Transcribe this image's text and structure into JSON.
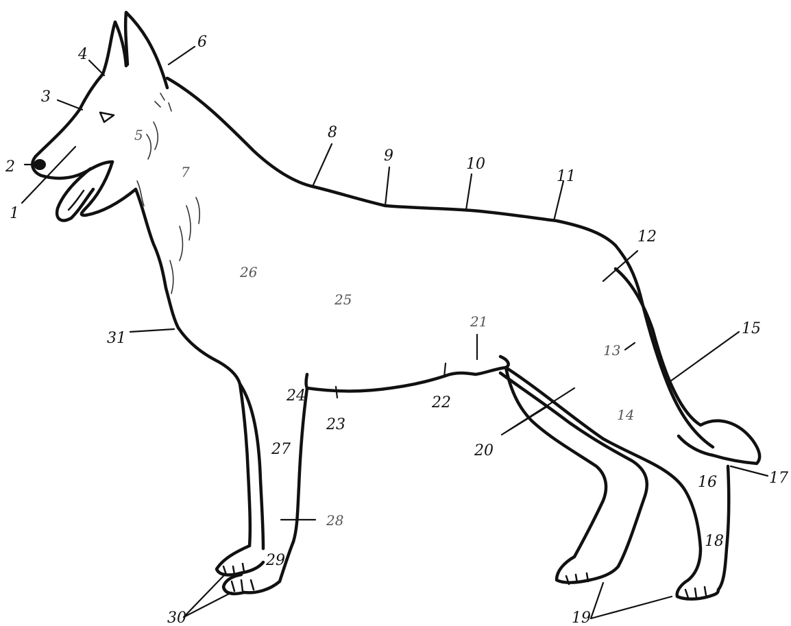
{
  "diagram": {
    "colors": {
      "line": "#111111",
      "background": "#ffffff"
    },
    "labels": {
      "l1": "1",
      "l2": "2",
      "l3": "3",
      "l4": "4",
      "l5": "5",
      "l6": "6",
      "l7": "7",
      "l8": "8",
      "l9": "9",
      "l10": "10",
      "l11": "11",
      "l12": "12",
      "l13": "13",
      "l14": "14",
      "l15": "15",
      "l16": "16",
      "l17": "17",
      "l18": "18",
      "l19": "19",
      "l20": "20",
      "l21": "21",
      "l22": "22",
      "l23": "23",
      "l24": "24",
      "l25": "25",
      "l26": "26",
      "l27": "27",
      "l28": "28",
      "l29": "29",
      "l30": "30",
      "l31": "31"
    }
  }
}
